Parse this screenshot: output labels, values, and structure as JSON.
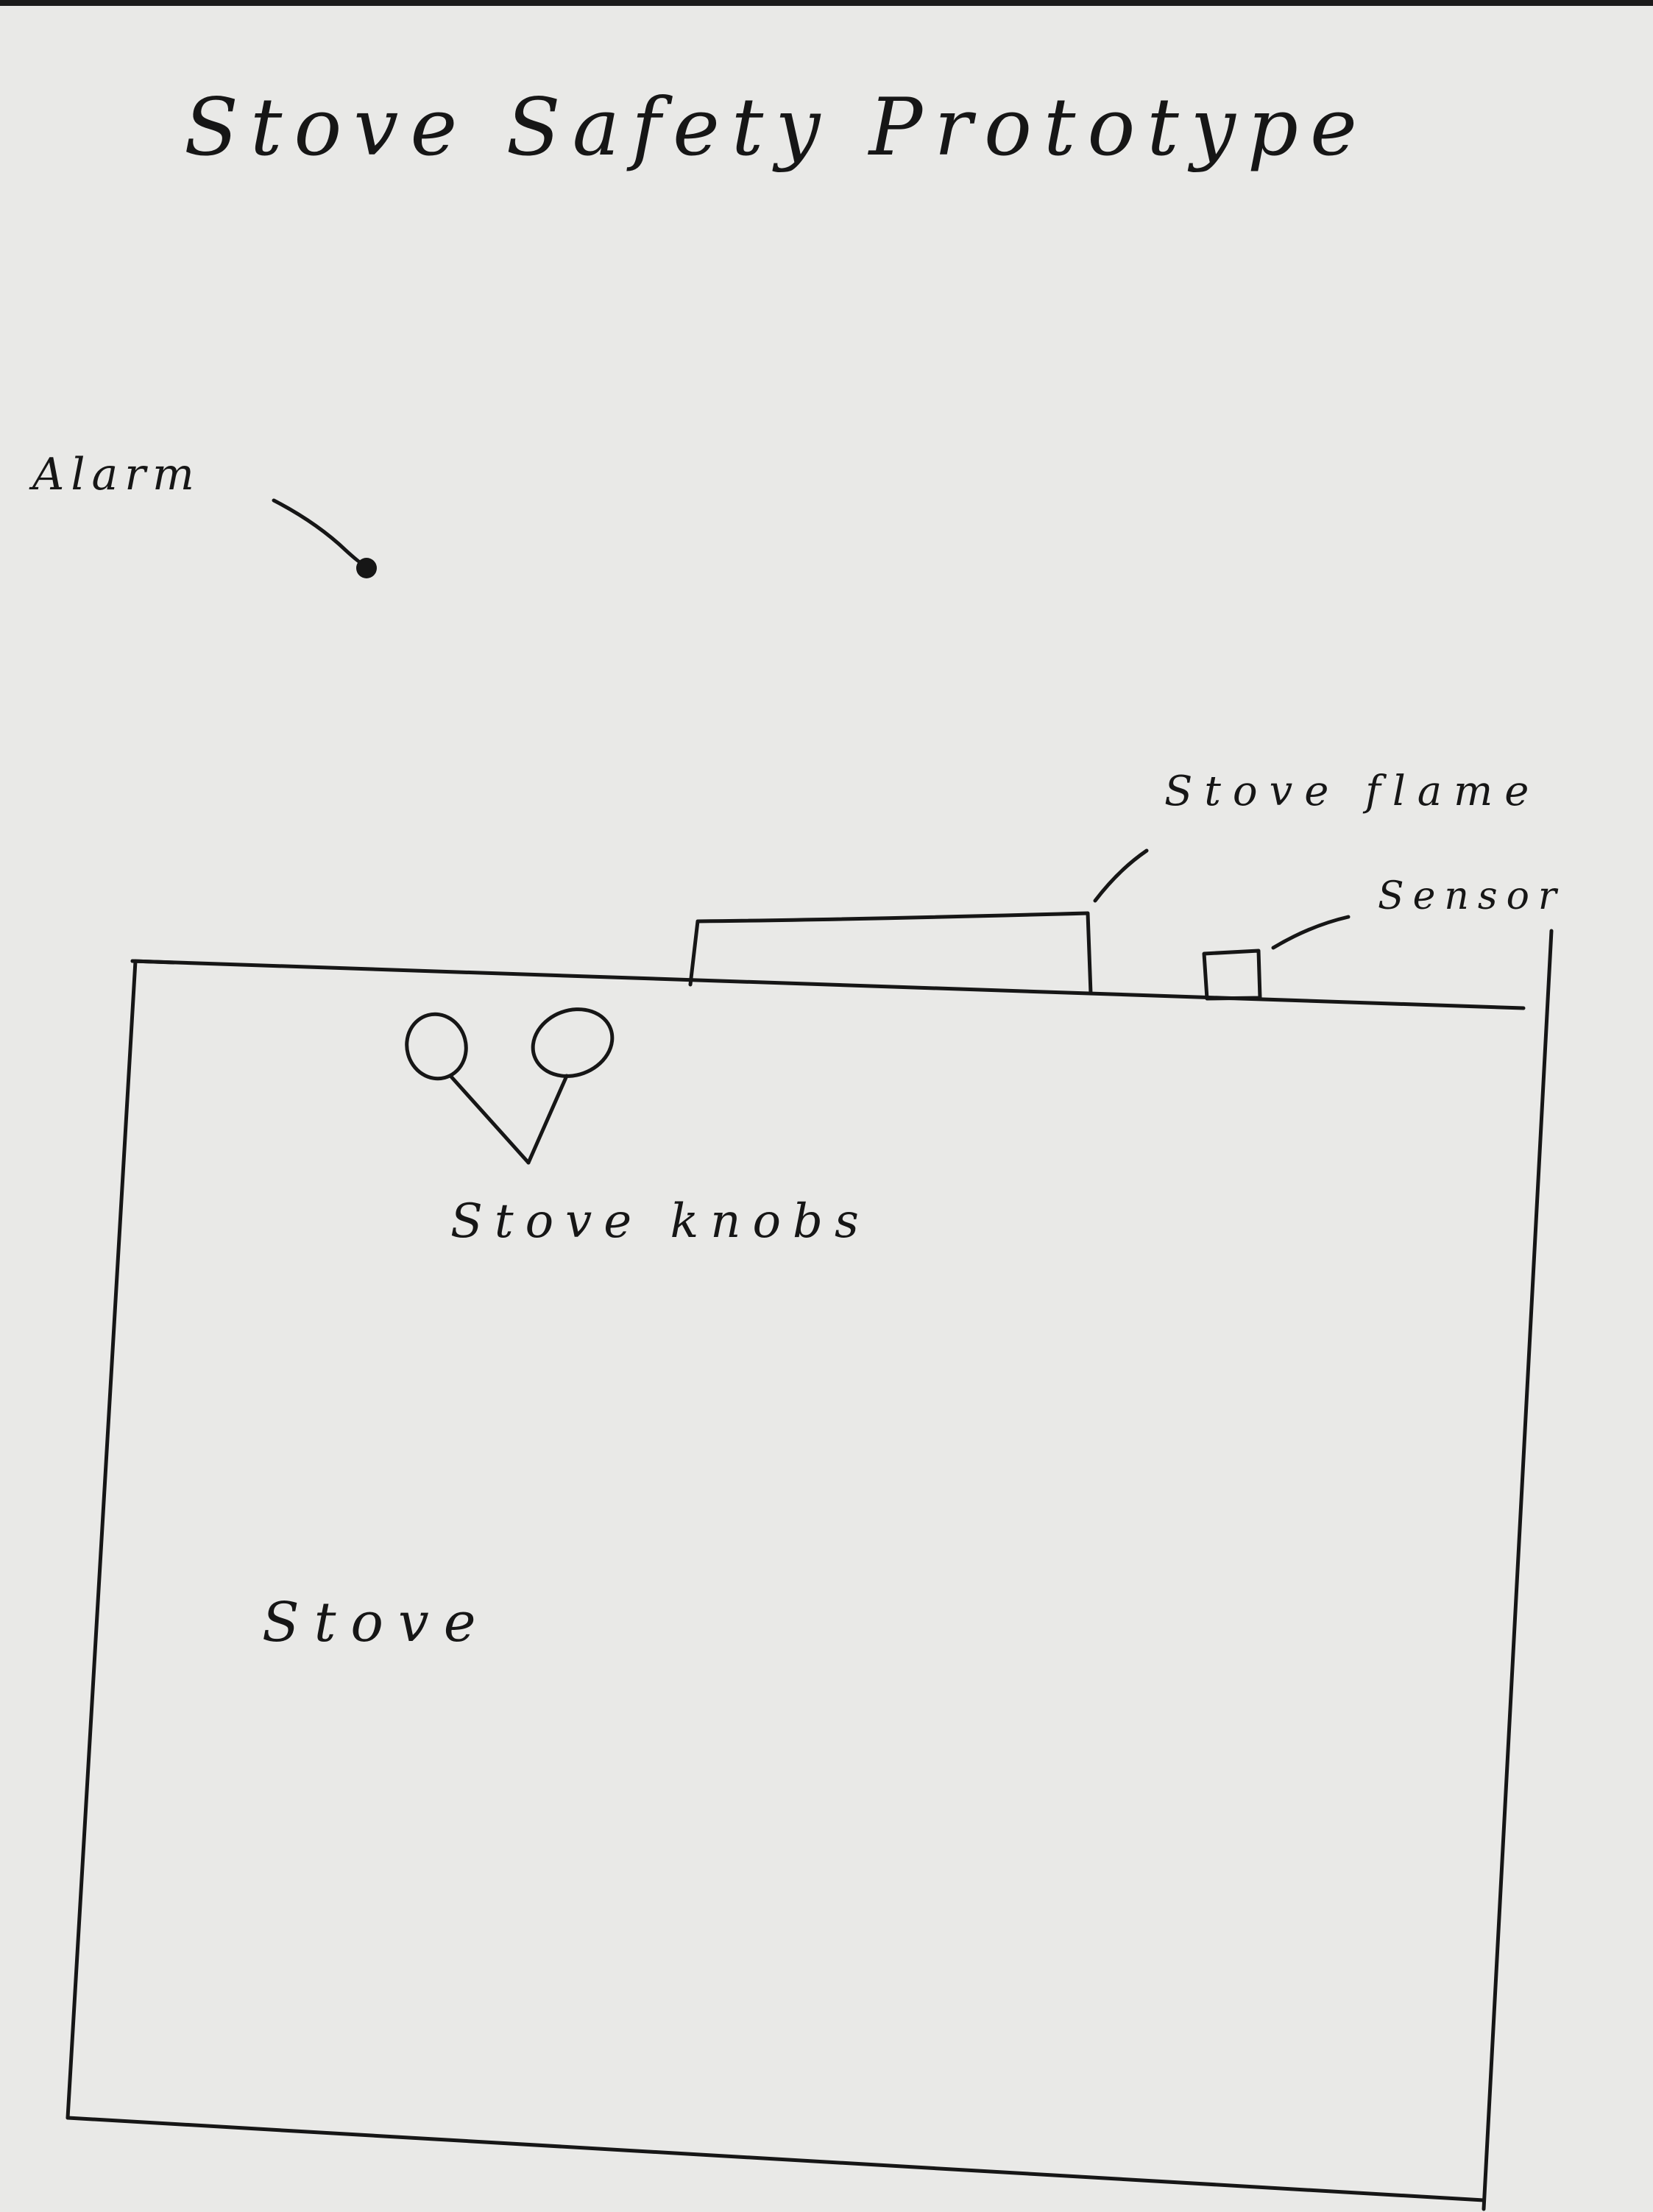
{
  "title": "Stove Safety Prototype",
  "labels": {
    "alarm": "Alarm",
    "stove_flame": "Stove flame",
    "sensor": "Sensor",
    "stove_knobs": "Stove knobs",
    "stove": "Stove"
  },
  "colors": {
    "paper": "#e9e9e7",
    "ink": "#161616"
  }
}
